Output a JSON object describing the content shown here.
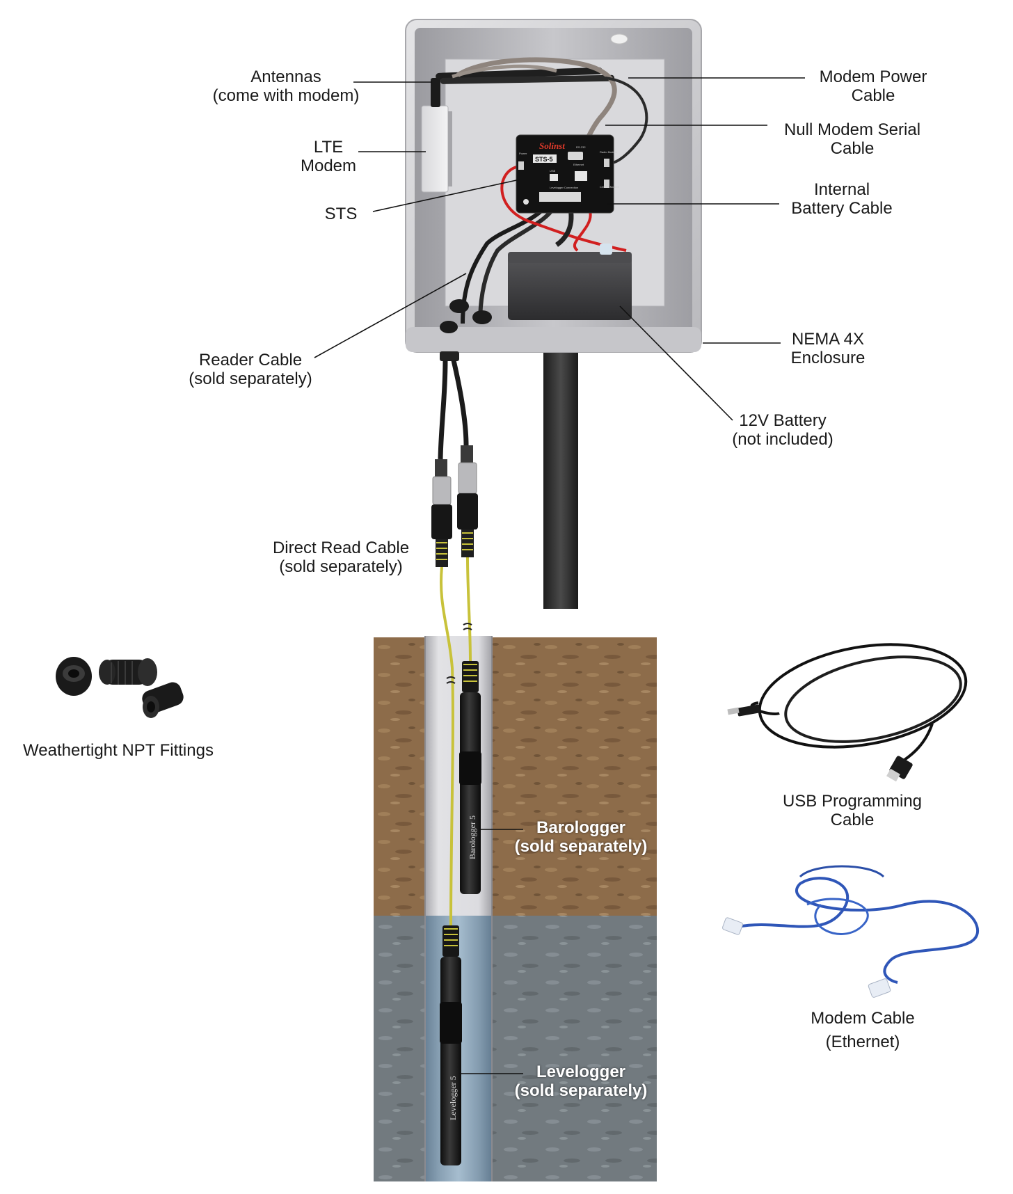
{
  "brand": {
    "logo_text": "Solinst",
    "sts_model": "STS-5",
    "port_power": "Power",
    "port_radio": "Radio Modem",
    "port_usb": "USB",
    "port_ethernet": "Ethernet",
    "port_levelogger": "Levelogger Connection",
    "port_cellular": "Cellular Modem",
    "port_rs232": "RS-232",
    "barologger_text": "Barologger 5",
    "levelogger_text": "Levelogger 5"
  },
  "labels": {
    "antennas": [
      "Antennas",
      "(come with modem)"
    ],
    "lte_modem": [
      "LTE",
      "Modem"
    ],
    "sts": [
      "STS"
    ],
    "reader_cable": [
      "Reader Cable",
      "(sold separately)"
    ],
    "modem_power_cable": [
      "Modem Power",
      "Cable"
    ],
    "null_modem_serial_cable": [
      "Null Modem Serial",
      "Cable"
    ],
    "internal_battery_cable": [
      "Internal",
      "Battery Cable"
    ],
    "nema_enclosure": [
      "NEMA 4X",
      "Enclosure"
    ],
    "battery": [
      "12V Battery",
      "(not included)"
    ],
    "direct_read_cable": [
      "Direct Read Cable",
      "(sold separately)"
    ],
    "npt_fittings": [
      "Weathertight NPT Fittings"
    ],
    "usb_cable": [
      "USB Programming",
      "Cable"
    ],
    "barologger": [
      "Barologger",
      "(sold separately)"
    ],
    "levelogger": [
      "Levelogger",
      "(sold separately)"
    ],
    "modem_cable": [
      "Modem Cable",
      "(Ethernet)"
    ]
  },
  "colors": {
    "enclosure": "#cfcfd1",
    "soil": "#8a6a48",
    "water_zone": "#6f7b83",
    "yellow_cable": "#c8c23a",
    "red_wire": "#d11f1f",
    "ethernet_blue": "#2f56b8"
  }
}
